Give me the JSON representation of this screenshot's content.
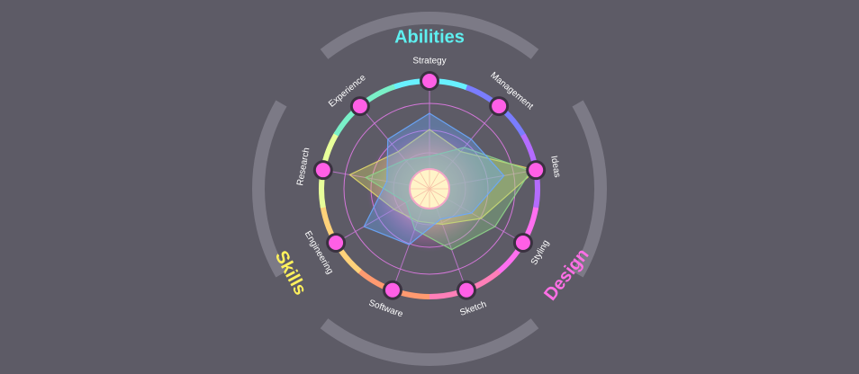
{
  "chart_data": {
    "type": "radar",
    "axes": [
      "Strategy",
      "Management",
      "Ideas",
      "Styling",
      "Sketch",
      "Software",
      "Engineering",
      "Research",
      "Experience"
    ],
    "groups": [
      {
        "label": "Abilities",
        "color": "#5ef0f0"
      },
      {
        "label": "Design",
        "color": "#ff6fe6"
      },
      {
        "label": "Skills",
        "color": "#fff15c"
      }
    ],
    "series": [
      {
        "values": [
          0.55,
          0.45,
          1.0,
          0.55,
          0.35,
          0.32,
          0.38,
          0.75,
          0.45
        ],
        "color": "#e6dc6a"
      },
      {
        "values": [
          0.3,
          0.5,
          0.95,
          0.7,
          0.6,
          0.4,
          0.25,
          0.6,
          0.35
        ],
        "color": "#8fd58a"
      },
      {
        "values": [
          0.7,
          0.6,
          0.7,
          0.45,
          0.3,
          0.55,
          0.7,
          0.4,
          0.6
        ],
        "color": "#6aa8ff"
      }
    ],
    "range": [
      0,
      1
    ],
    "colors": {
      "background": "#5d5b66",
      "marker": "#ff5fe6",
      "marker_ring": "#3a3140",
      "grid": "#e17ae6",
      "spoke": "#d07be0",
      "center": "#fff4c8"
    }
  }
}
